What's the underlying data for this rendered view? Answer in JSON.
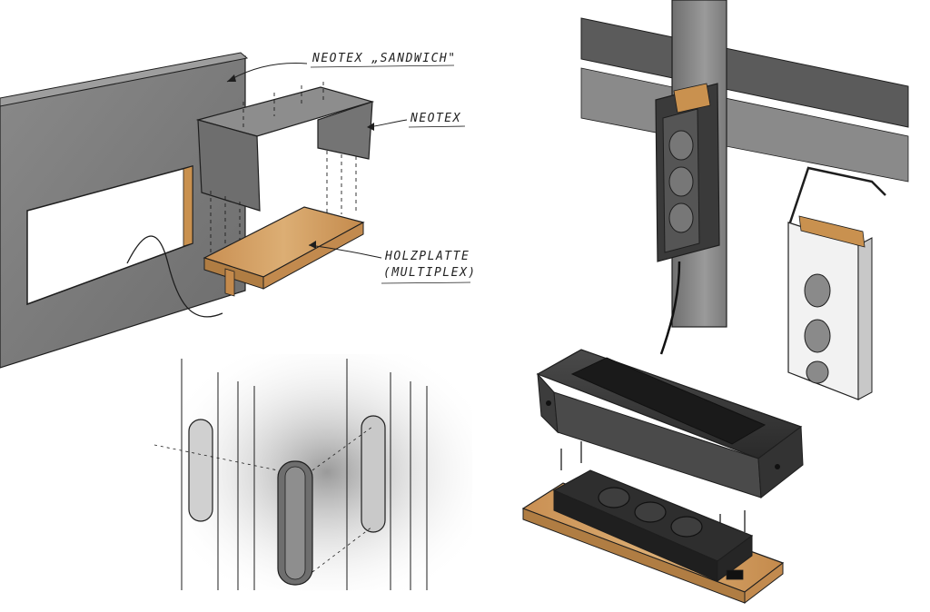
{
  "labels": {
    "neotex_sandwich": "NEOTEX „SANDWICH\"",
    "neotex": "NEOTEX",
    "holzplatte": "HOLZPLATTE",
    "multiplex": "(MULTIPLEX)"
  },
  "colors": {
    "panel_grey": "#7d7d7d",
    "panel_dark": "#5a5a5a",
    "wood": "#d4a46a",
    "wood_dark": "#b07d43",
    "black_part": "#2b2b2b",
    "ink": "#1e1e1e"
  }
}
